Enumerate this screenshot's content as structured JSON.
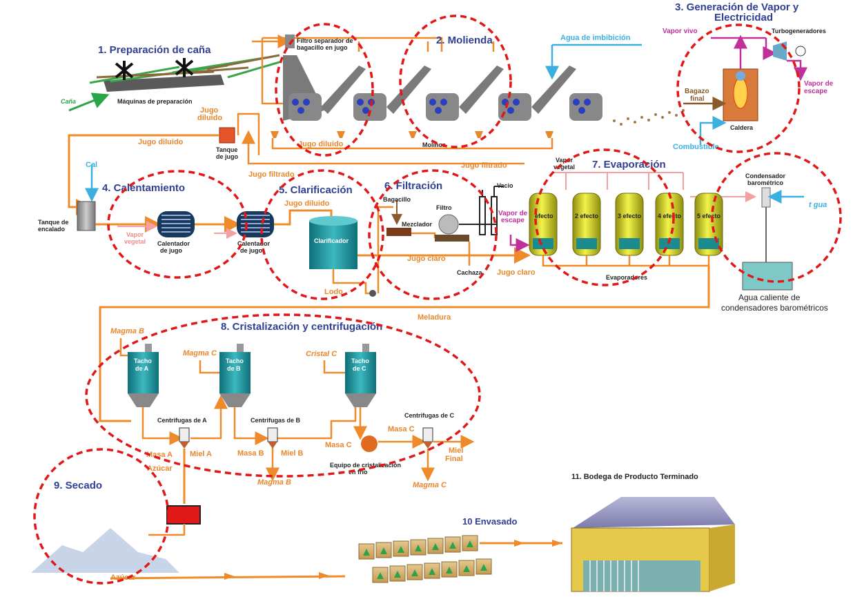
{
  "sections": {
    "s1": "1. Preparación de caña",
    "s2": "2. Molienda",
    "s3a": "3. Generación de Vapor y",
    "s3b": "Electricidad",
    "s4": "4. Calentamiento",
    "s5": "5. Clarificación",
    "s6": "6. Filtración",
    "s7": "7. Evaporación",
    "s8": "8. Cristalización y centrifugación",
    "s9": "9. Secado",
    "s10": "10 Envasado",
    "s11": "11. Bodega de Producto Terminado"
  },
  "labels": {
    "cana": "Caña",
    "maquinas": "Máquinas de preparación",
    "filtro_sep_1": "Filtro separador de",
    "filtro_sep_2": "bagacillo en jugo",
    "jugo_diluido_1": "Jugo",
    "jugo_diluido_2": "diluido",
    "tanque_jugo_1": "Tanque",
    "tanque_jugo_2": "de jugo",
    "jugo_diluido_left": "Jugo diluido",
    "jugo_diluido_mill": "Jugo diluido",
    "molinos": "Molinos",
    "jugo_filtrado_1": "Jugo filtrado",
    "jugo_filtrado_2": "Jugo filtrado",
    "agua_imbibicion": "Agua  de imbibición",
    "vapor_vivo": "Vapor vivo",
    "turbogeneradores": "Turbogeneradores",
    "vapor_escape_1": "Vapor de",
    "vapor_escape_2": "escape",
    "bagazo_1": "Bagazo",
    "bagazo_2": "final",
    "caldera": "Caldera",
    "combustible": "Combustible",
    "cal": "Cal",
    "tanque_encalado_1": "Tanque de",
    "tanque_encalado_2": "encalado",
    "vapor_vegetal_a": "Vapor",
    "vapor_vegetal_b": "vegetal",
    "calentador_1": "Calentador",
    "calentador_2": "de jugo",
    "calentador_b1": "Calentador",
    "calentador_b2": "de jugo",
    "jugo_diluido_clar": "Jugo diluido",
    "clarificador": "Clarificador",
    "lodo": "Lodo",
    "bagacillo": "Bagacillo",
    "mezclador": "Mezclador",
    "filtro": "Filtro",
    "vacio": "Vacio",
    "jugo_claro_1": "Jugo claro",
    "jugo_claro_2": "Jugo claro",
    "cachaza": "Cachaza",
    "vapor_escape_f1": "Vapor de",
    "vapor_escape_f2": "escape",
    "vapor_veg_ev1": "Vapor",
    "vapor_veg_ev2": "vegetal",
    "efecto1": "efecto",
    "efecto2": "2 efecto",
    "efecto3": "3 efecto",
    "efecto4": "4 efecto",
    "efecto5": "5 efecto",
    "evaporadores": "Evaporadores",
    "condensador_1": "Condensador",
    "condensador_2": "barométrico",
    "agua_t": "t gua",
    "agua_caliente_1": "Agua caliente de",
    "agua_caliente_2": "condensadores barométricos",
    "meladura": "Meladura",
    "magma_b": "Magma B",
    "magma_c": "Magma C",
    "cristal_c": "Cristal C",
    "tacho_a1": "Tacho",
    "tacho_a2": "de A",
    "tacho_b1": "Tacho",
    "tacho_b2": "de B",
    "tacho_c1": "Tacho",
    "tacho_c2": "de C",
    "centrif_a": "Centrifugas de A",
    "centrif_b": "Centrifugas de B",
    "centrif_c": "Centrifugas de C",
    "masa_a": "Masa A",
    "miel_a": "Miel  A",
    "masa_b": "Masa B",
    "miel_b": "Miel B",
    "masa_c": "Masa C",
    "masa_c2": "Masa C",
    "miel_final_1": "Miel",
    "miel_final_2": "Final",
    "magma_b_out": "Magma B",
    "magma_c_out": "Magma C",
    "equipo_1": "Equipo de cristalización",
    "equipo_2": "en frio",
    "azucar_1": "Azúcar",
    "azucar_2": "Azúcar"
  },
  "colors": {
    "pipe": "#ef8a2a",
    "dashed_circle": "#e01818",
    "section_title": "#2f3f93",
    "steam_vivo": "#c0309a",
    "water": "#3bb0e0"
  }
}
